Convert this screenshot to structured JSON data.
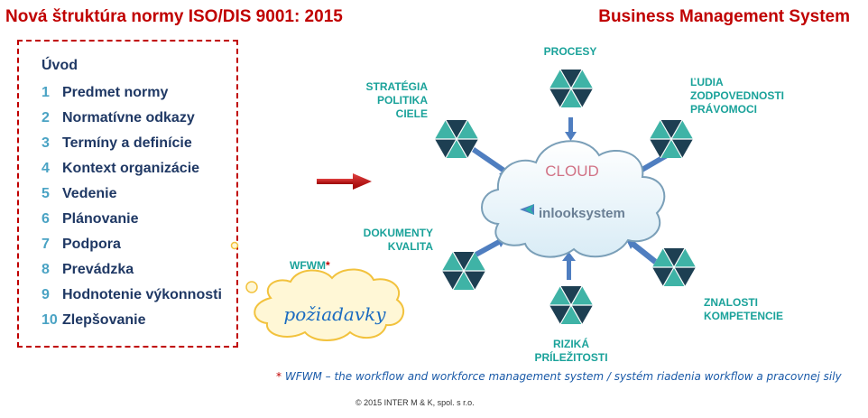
{
  "header": {
    "title_left": "Nová štruktúra normy ISO/DIS 9001: 2015",
    "title_right": "Business Management System"
  },
  "toc": {
    "heading": "Úvod",
    "items": [
      {
        "num": "1",
        "label": "Predmet normy"
      },
      {
        "num": "2",
        "label": "Normatívne odkazy"
      },
      {
        "num": "3",
        "label": "Termíny a definície"
      },
      {
        "num": "4",
        "label": "Kontext organizácie"
      },
      {
        "num": "5",
        "label": "Vedenie"
      },
      {
        "num": "6",
        "label": "Plánovanie"
      },
      {
        "num": "7",
        "label": "Podpora"
      },
      {
        "num": "8",
        "label": "Prevádzka"
      },
      {
        "num": "9",
        "label": "Hodnotenie výkonnosti"
      },
      {
        "num": "10",
        "label": "Zlepšovanie"
      }
    ]
  },
  "bubble": {
    "tag": "WFWM",
    "tag_star": "*",
    "text": "požiadavky"
  },
  "diagram": {
    "cloud_label": "CLOUD",
    "logo_text": "inlooksystem",
    "nodes": {
      "top": "PROCESY",
      "top_right": [
        "ĽUDIA",
        "ZODPOVEDNOSTI",
        "PRÁVOMOCI"
      ],
      "top_left": [
        "STRATÉGIA",
        "POLITIKA",
        "CIELE"
      ],
      "left": [
        "DOKUMENTY",
        "KVALITA"
      ],
      "bottom": [
        "RIZIKÁ",
        "PRÍLEŽITOSTI"
      ],
      "bottom_right": [
        "ZNALOSTI",
        "KOMPETENCIE"
      ]
    }
  },
  "footnote": {
    "star": "*",
    "text": "WFWM – the workflow and workforce management system / systém riadenia workflow a pracovnej sily"
  },
  "copyright": "© 2015 INTER M & K, spol. s r.o.",
  "colors": {
    "title_red": "#c00000",
    "navy": "#1f3864",
    "teal": "#1aa29a",
    "hex_dark": "#1d3f52",
    "hex_teal": "#3fb3a6",
    "arrow_blue": "#4f7ec0"
  }
}
